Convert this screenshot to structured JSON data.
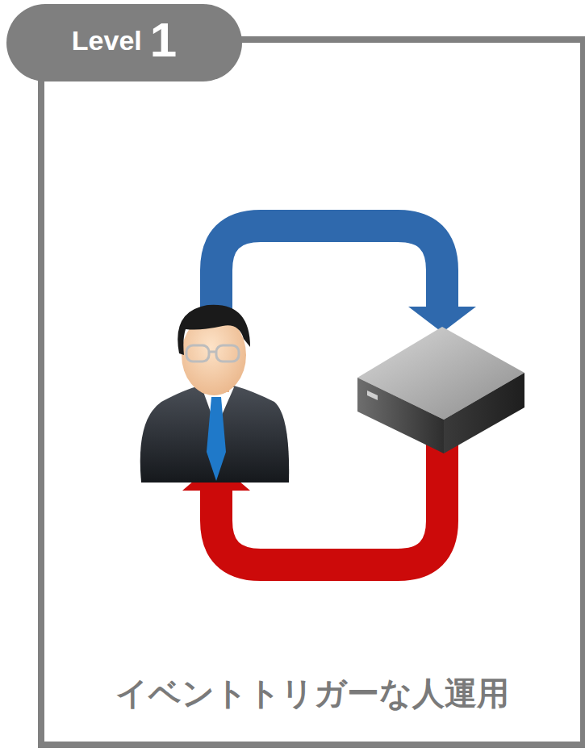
{
  "diagram": {
    "nodes": [
      {
        "text": [
          "Level",
          "1"
        ]
      },
      {
        "text": [
          "イベントトリガーな人運用"
        ]
      }
    ]
  }
}
